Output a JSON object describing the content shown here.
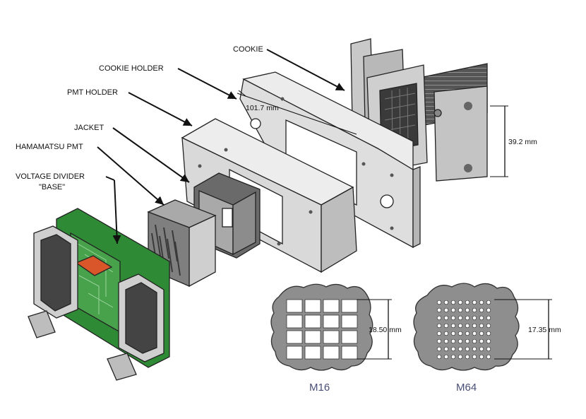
{
  "labels": {
    "cookie": "COOKIE",
    "cookie_holder": "COOKIE HOLDER",
    "pmt_holder": "PMT HOLDER",
    "jacket": "JACKET",
    "hamamatsu_pmt": "HAMAMATSU PMT",
    "voltage_divider_line1": "VOLTAGE DIVIDER",
    "voltage_divider_line2": "\"BASE\""
  },
  "dimensions": {
    "holder_width": "101.7 mm",
    "cookie_height": "39.2 mm",
    "m16_size": "18.50 mm",
    "m64_size": "17.35 mm"
  },
  "captions": {
    "m16": "M16",
    "m64": "M64"
  },
  "colors": {
    "component_gray": "#d2d2d2",
    "dark_gray": "#555555",
    "pcb_green": "#2f8a36",
    "pmt_face": "#8e8e8e",
    "caption_blue": "#4a4f77"
  }
}
